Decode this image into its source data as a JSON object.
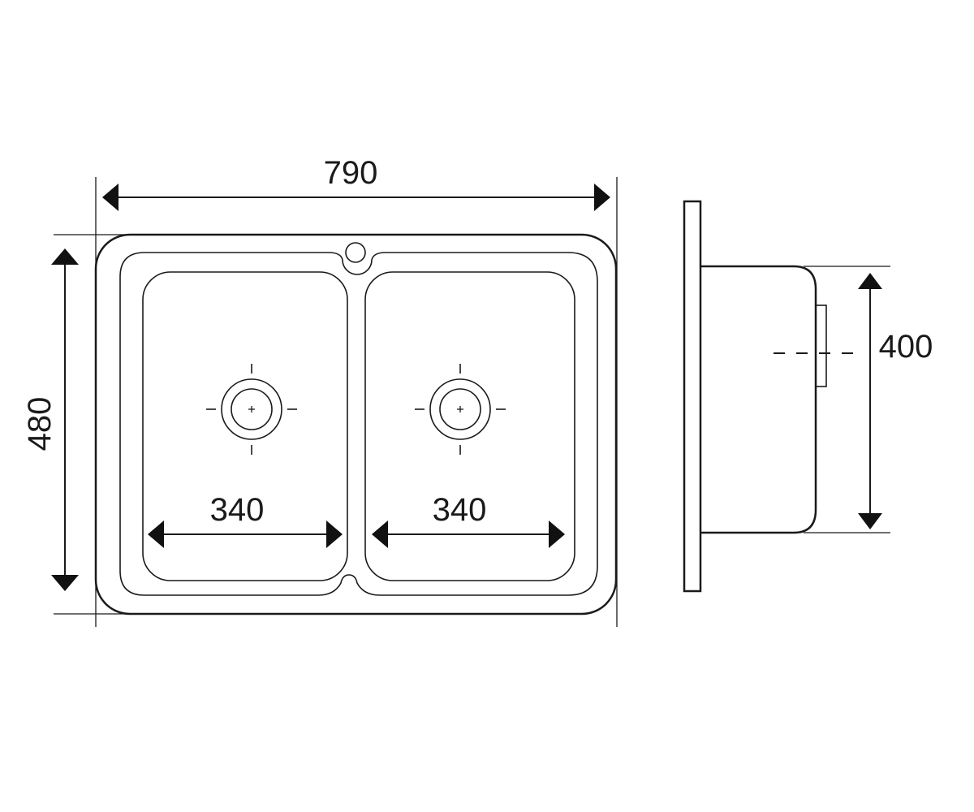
{
  "dimensions": {
    "overall_width": "790",
    "overall_depth": "480",
    "left_bowl_width": "340",
    "right_bowl_width": "340",
    "bowl_height": "400"
  }
}
